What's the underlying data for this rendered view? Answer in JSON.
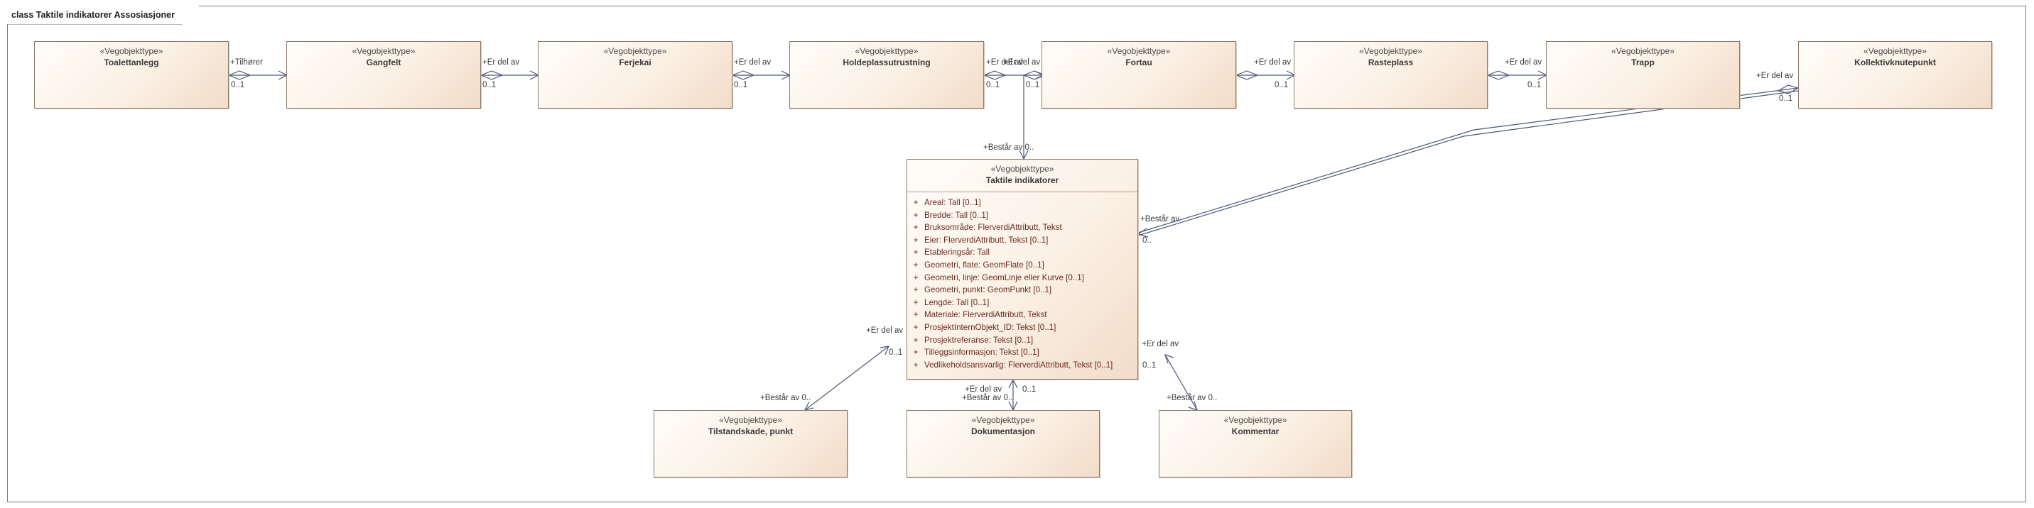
{
  "diagram": {
    "frame_title": "class Taktile indikatorer Assosiasjoner",
    "stereotype": "«Vegobjekttype»",
    "classes": {
      "toalettanlegg": "Toalettanlegg",
      "gangfelt": "Gangfelt",
      "ferjekai": "Ferjekai",
      "holdeplass": "Holdeplassutrustning",
      "fortau": "Fortau",
      "rasteplass": "Rasteplass",
      "trapp": "Trapp",
      "kollektiv": "Kollektivknutepunkt",
      "taktile": "Taktile indikatorer",
      "tilstandskade": "Tilstandskade, punkt",
      "dokumentasjon": "Dokumentasjon",
      "kommentar": "Kommentar"
    },
    "attribute_visibility": "+",
    "attributes": [
      "Areal: Tall [0..1]",
      "Bredde: Tall [0..1]",
      "Bruksområde: FlerverdiAttributt, Tekst",
      "Eier: FlerverdiAttributt, Tekst [0..1]",
      "Etableringsår: Tall",
      "Geometri, flate: GeomFlate [0..1]",
      "Geometri, linje: GeomLinje eller Kurve [0..1]",
      "Geometri, punkt: GeomPunkt [0..1]",
      "Lengde: Tall [0..1]",
      "Materiale: FlerverdiAttributt, Tekst",
      "ProsjektInternObjekt_ID: Tekst [0..1]",
      "Prosjektreferanse: Tekst [0..1]",
      "Tilleggsinformasjon: Tekst [0..1]",
      "Vedlikeholdsansvarlig: FlerverdiAttributt, Tekst [0..1]"
    ],
    "roles": {
      "tilhorer": "+Tilhører",
      "er_del_av": "+Er del av",
      "bestar_av": "+Består av",
      "bestar_av_0": "+Består av 0..",
      "mult_01": "0..1",
      "mult_0": "0..",
      "fortau_left": "+Er del av",
      "ftr": "+Er del av",
      "ftr_m": "0..1"
    }
  },
  "colors": {
    "border": "#8c7a6c",
    "fill_light": "#fffdf9",
    "fill_dark": "#f1dcc8",
    "attribute_text": "#6a2a20",
    "line": "#4a5878"
  }
}
